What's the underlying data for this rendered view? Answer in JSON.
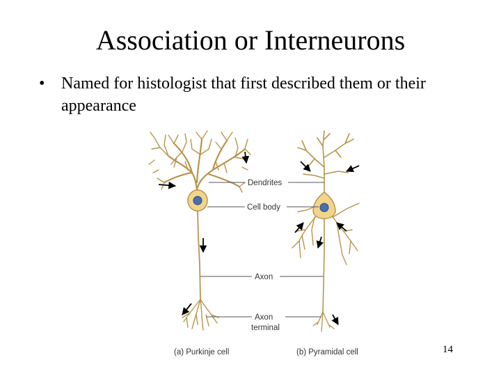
{
  "slide": {
    "title": "Association or Interneurons",
    "bullet_marker": "•",
    "bullet_text": "Named for histologist that first described them or their appearance",
    "page_number": "14"
  },
  "diagram": {
    "labels": {
      "dendrites": "Dendrites",
      "cell_body": "Cell body",
      "axon": "Axon",
      "axon_terminal_line1": "Axon",
      "axon_terminal_line2": "terminal"
    },
    "captions": {
      "purkinje": "(a) Purkinje cell",
      "pyramidal": "(b) Pyramidal cell"
    },
    "colors": {
      "neuron_fill": "#f2d58c",
      "neuron_stroke": "#b8944a",
      "nucleus": "#4a6fb0",
      "leader_line": "#555555",
      "arrow": "#000000"
    }
  }
}
